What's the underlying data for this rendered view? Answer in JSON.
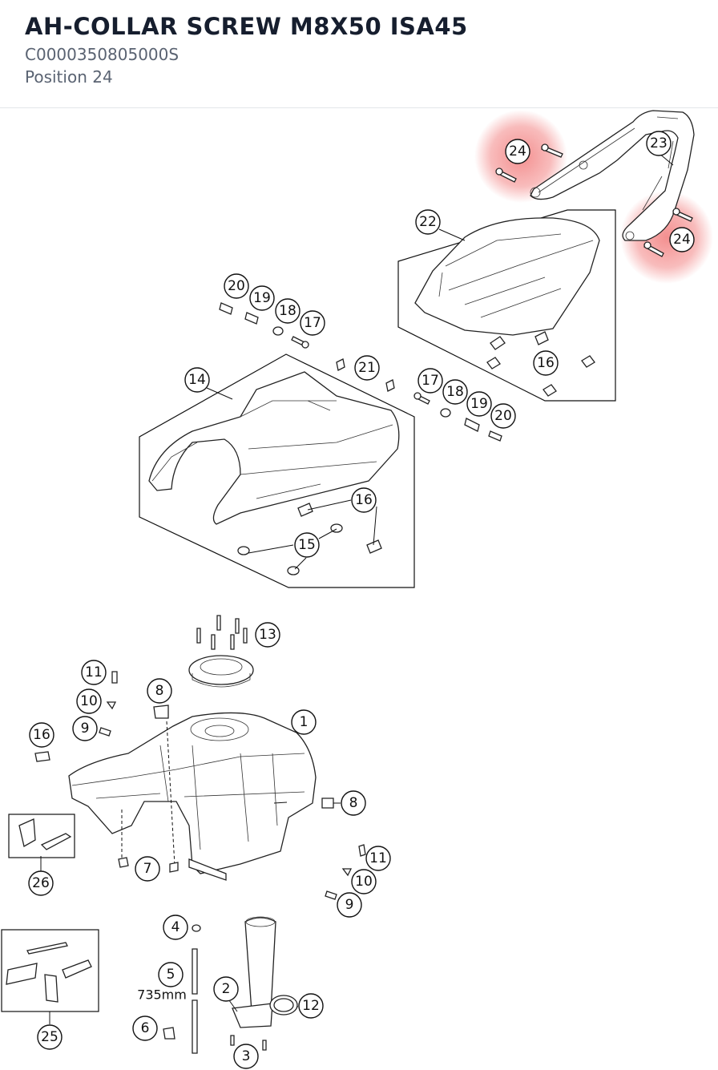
{
  "part": {
    "name": "AH-COLLAR SCREW M8X50 ISA45",
    "number": "C0000350805000S",
    "position": "Position 24"
  },
  "highlight_color": "#f06a6a",
  "callouts": {
    "c1": "1",
    "c2": "2",
    "c3": "3",
    "c4": "4",
    "c5": "5",
    "c6": "6",
    "c7": "7",
    "c8a": "8",
    "c8b": "8",
    "c9a": "9",
    "c9b": "9",
    "c10a": "10",
    "c10b": "10",
    "c11a": "11",
    "c11b": "11",
    "c12": "12",
    "c13": "13",
    "c14": "14",
    "c15": "15",
    "c16a": "16",
    "c16b": "16",
    "c16c": "16",
    "c17a": "17",
    "c17b": "17",
    "c18a": "18",
    "c18b": "18",
    "c19a": "19",
    "c19b": "19",
    "c20a": "20",
    "c20b": "20",
    "c21": "21",
    "c22": "22",
    "c23": "23",
    "c24a": "24",
    "c24b": "24",
    "c25": "25",
    "c26": "26"
  },
  "dimension_note": "735mm"
}
